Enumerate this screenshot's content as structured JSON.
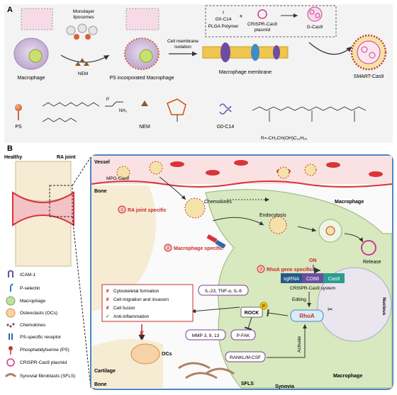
{
  "panel_a": {
    "letter": "A",
    "macrophage": "Macrophage",
    "monolayer_liposomes": [
      "Monolayer",
      "liposomes"
    ],
    "nem": "NEM",
    "ps_incorporated": "PS incorporated Macrophage",
    "cell_membrane_isolation": [
      "Cell membrane",
      "isolation"
    ],
    "macrophage_membrane": "Macrophage membrane",
    "g0c14": "G0-C14",
    "plga": "PLGA Polymer",
    "crispr_plasmid": [
      "CRISPR-Cas9",
      "plasmid"
    ],
    "g_cas9": "G-Cas9",
    "smart_cas9": "SMART-Cas9",
    "legend_ps": "PS",
    "legend_nem": "NEM",
    "legend_g0c14": "G0-C14",
    "r_formula": "R=-CH₂CH(OH)C₁₂H₂₅"
  },
  "panel_b": {
    "letter": "B",
    "healthy": "Healthy",
    "ra_joint": "RA joint",
    "legend": [
      {
        "icon": "icam1-icon",
        "label": "ICAM-1"
      },
      {
        "icon": "p-selectin-icon",
        "label": "P-selectin"
      },
      {
        "icon": "macrophage-icon",
        "label": "Macrophage"
      },
      {
        "icon": "osteoclast-icon",
        "label": "Osteoclasts (OCs)"
      },
      {
        "icon": "chemokine-icon",
        "label": "Chemokines"
      },
      {
        "icon": "ps-receptor-icon",
        "label": "PS-specific receptor"
      },
      {
        "icon": "phosphatidylserine-icon",
        "label": "Phosphatidylserine (PS)"
      },
      {
        "icon": "plasmid-icon",
        "label": "CRISPR-Cas9 plasmid"
      },
      {
        "icon": "sfls-icon",
        "label": "Synovial fibroblasts (SFLS)"
      }
    ],
    "vessel": "Vessel",
    "mpg_cas9": "MPG-Cas9",
    "bone_top": "Bone",
    "chemokines": "Chemokines",
    "macrophage_top": "Macrophage",
    "step1": {
      "num": "1",
      "label": "RA joint specific"
    },
    "endocytosis": "Endocytosis",
    "step2": {
      "num": "2",
      "label": "Macrophage specific"
    },
    "release": "Release",
    "step3": {
      "num": "3",
      "label": "RhoA gene specific"
    },
    "on": "ON",
    "sgrna": "sgRNA",
    "cd68": "CD68",
    "cas9": "Cas9",
    "crispr_system": "CRISPR-Cas9 system",
    "editing": "Editing",
    "nucleus": "Nucleus",
    "rhoa": "RhoA",
    "rock": "ROCK",
    "p": "P",
    "cytokines": "IL-23, TNF-α, IL-6",
    "mmp": "MMP 3, 9, 13",
    "pfak": "P-FAK",
    "rankl": "RANKL/M-CSF",
    "activate": "Activate",
    "effects": [
      {
        "mark": "✘",
        "label": "Cytoskeletal formation"
      },
      {
        "mark": "✘",
        "label": "Cell migration and invasion"
      },
      {
        "mark": "✘",
        "label": "Cell fusion"
      },
      {
        "mark": "✔",
        "label": "Anti-inflammation"
      }
    ],
    "cartilage": "Cartilage",
    "bone_bottom": "Bone",
    "ocs": "OCs",
    "sfls": "SFLS",
    "synovia": "Synovia",
    "macrophage_bottom": "Macrophage"
  },
  "colors": {
    "panel_border": "#4b86c4",
    "vessel_red": "#d8343a",
    "green_cell": "#d8e8bf",
    "purple": "#7a3d9a",
    "step_red": "#cc2a2a"
  }
}
